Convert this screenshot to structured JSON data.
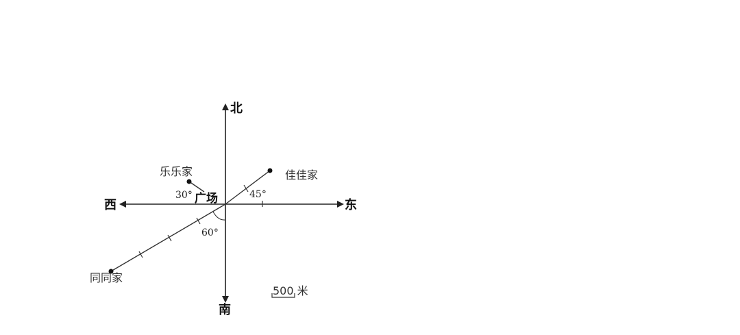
{
  "directions": {
    "north": "北",
    "south": "南",
    "east": "东",
    "west": "西"
  },
  "center_label": "广场",
  "places": {
    "jiajia": "佳佳家",
    "lele": "乐乐家",
    "tongtong": "同同家"
  },
  "angles": {
    "lele": "30°",
    "jiajia": "45°",
    "tongtong": "60°"
  },
  "scale": {
    "label": "500 米"
  }
}
